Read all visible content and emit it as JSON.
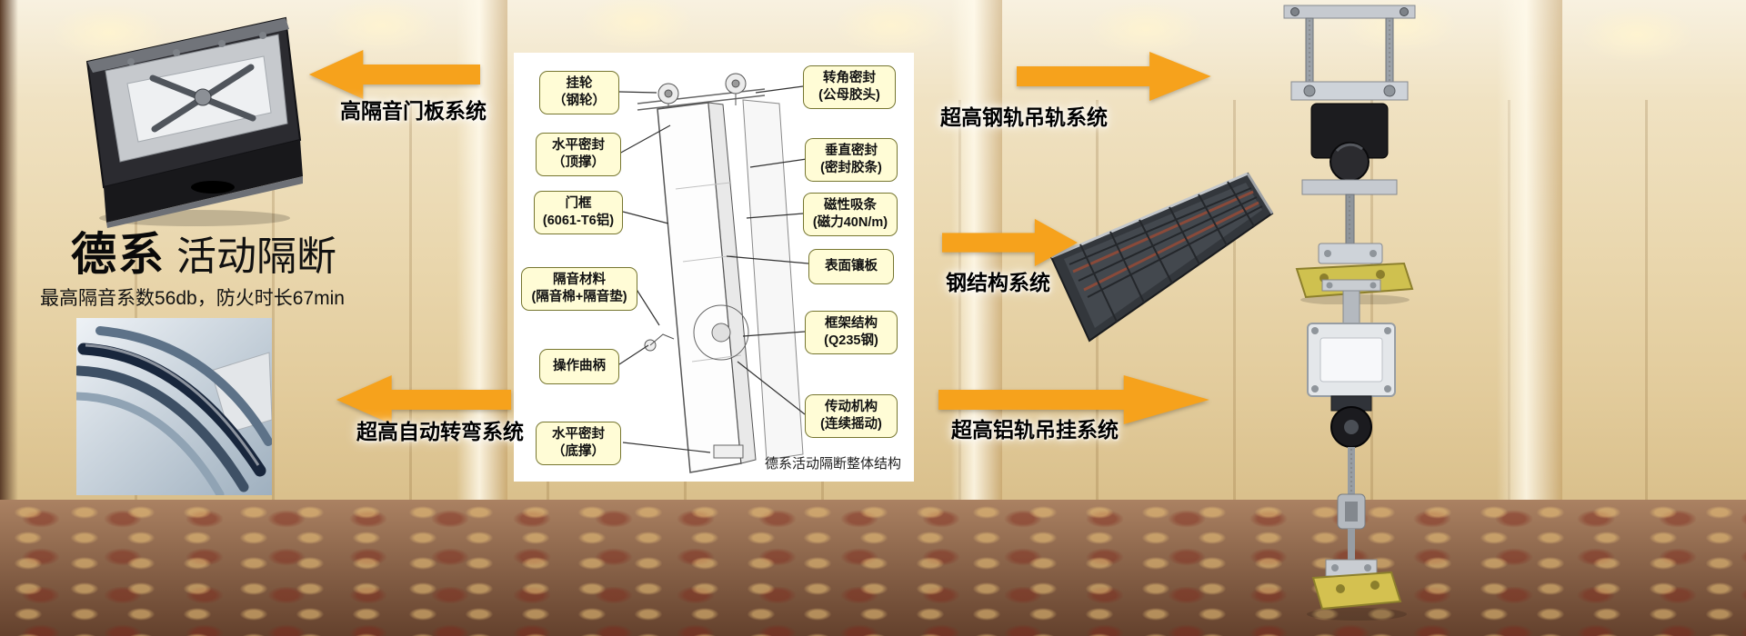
{
  "title": {
    "brand": "德系",
    "product": "活动隔断"
  },
  "subtitle": "最高隔音系数56db，防火时长67min",
  "systems": {
    "door_panel": "高隔音门板系统",
    "auto_turn": "超高自动转弯系统",
    "steel_rail": "超高钢轨吊轨系统",
    "steel_structure": "钢结构系统",
    "aluminum_rail": "超高铝轨吊挂系统"
  },
  "diagram": {
    "caption": "德系活动隔断整体结构",
    "left_labels": [
      {
        "line1": "挂轮",
        "line2": "（钢轮）"
      },
      {
        "line1": "水平密封",
        "line2": "（顶撑）"
      },
      {
        "line1": "门框",
        "line2": "(6061-T6铝)"
      },
      {
        "line1": "隔音材料",
        "line2": "(隔音棉+隔音垫)"
      },
      {
        "line1": "操作曲柄"
      },
      {
        "line1": "水平密封",
        "line2": "（底撑）"
      }
    ],
    "right_labels": [
      {
        "line1": "转角密封",
        "line2": "(公母胶头)"
      },
      {
        "line1": "垂直密封",
        "line2": "(密封胶条)"
      },
      {
        "line1": "磁性吸条",
        "line2": "(磁力40N/m)"
      },
      {
        "line1": "表面镶板"
      },
      {
        "line1": "框架结构",
        "line2": "(Q235钢)"
      },
      {
        "line1": "传动机构",
        "line2": "(连续摇动)"
      }
    ]
  },
  "colors": {
    "arrow_orange": "#F6A21C",
    "callout_bg": "#FFFCD6",
    "callout_border": "#767630",
    "carpet_brown": "#8A5A3E"
  }
}
